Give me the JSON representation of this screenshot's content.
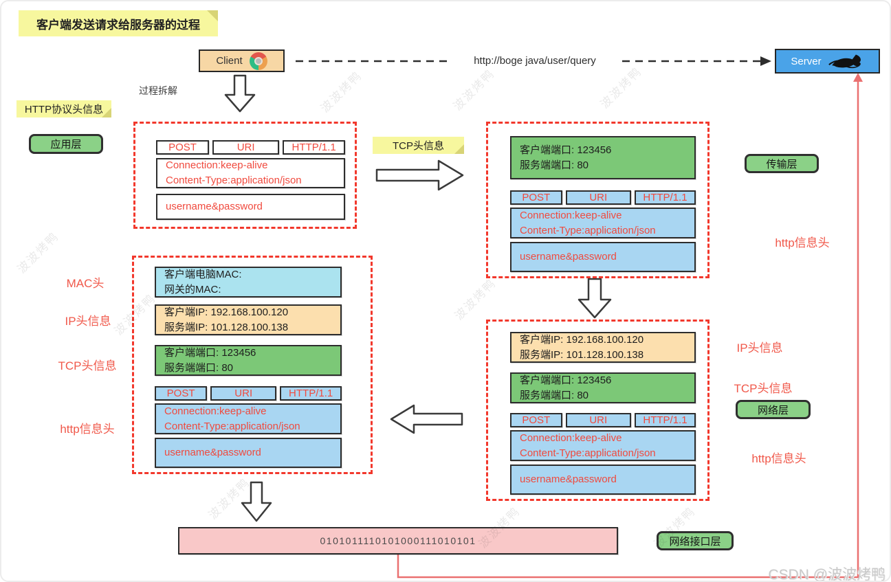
{
  "title": "客户端发送请求给服务器的过程",
  "nodes": {
    "client_label": "Client",
    "server_label": "Server",
    "request_url": "http://boge java/user/query",
    "process_note": "过程拆解"
  },
  "sticky_notes": {
    "http_protocol_header": "HTTP协议头信息",
    "tcp_header": "TCP头信息"
  },
  "layer_badges": {
    "application": "应用层",
    "transport": "传输层",
    "network": "网络层",
    "network_interface": "网络接口层"
  },
  "packet_segments": {
    "request_line": {
      "method": "POST",
      "uri": "URI",
      "version": "HTTP/1.1"
    },
    "http_headers": {
      "line1": "Connection:keep-alive",
      "line2": "Content-Type:application/json"
    },
    "http_body": "username&password",
    "tcp_header": {
      "line1": "客户端端口: 123456",
      "line2": "服务端端口: 80"
    },
    "ip_header": {
      "line1": "客户端IP: 192.168.100.120",
      "line2": "服务端IP: 101.128.100.138"
    },
    "mac_header": {
      "line1": "客户端电脑MAC:",
      "line2": "网关的MAC:"
    },
    "binary_stream": "0101011110101000111010101"
  },
  "side_labels": {
    "mac": "MAC头",
    "ip": "IP头信息",
    "tcp": "TCP头信息",
    "http": "http信息头"
  },
  "icons": {
    "client": "chrome-browser-icon",
    "server": "tomcat-icon"
  },
  "colors": {
    "dashed_border_red": "#f2382c",
    "red_text": "#f04a3e",
    "green_fill": "#7cc877",
    "green_badge": "#8bd187",
    "orange_fill": "#fcdfae",
    "cyan_fill": "#abe3ef",
    "blue_fill": "#a9d6f2",
    "pink_fill": "#f9c8c8",
    "yellow_note": "#f7f79e",
    "client_fill": "#f7d7a5",
    "server_fill": "#4aa3e8",
    "red_connector": "#ea7070"
  },
  "watermarks": {
    "tile_text": "波波烤鸭",
    "credit": "CSDN @波波烤鸭"
  }
}
